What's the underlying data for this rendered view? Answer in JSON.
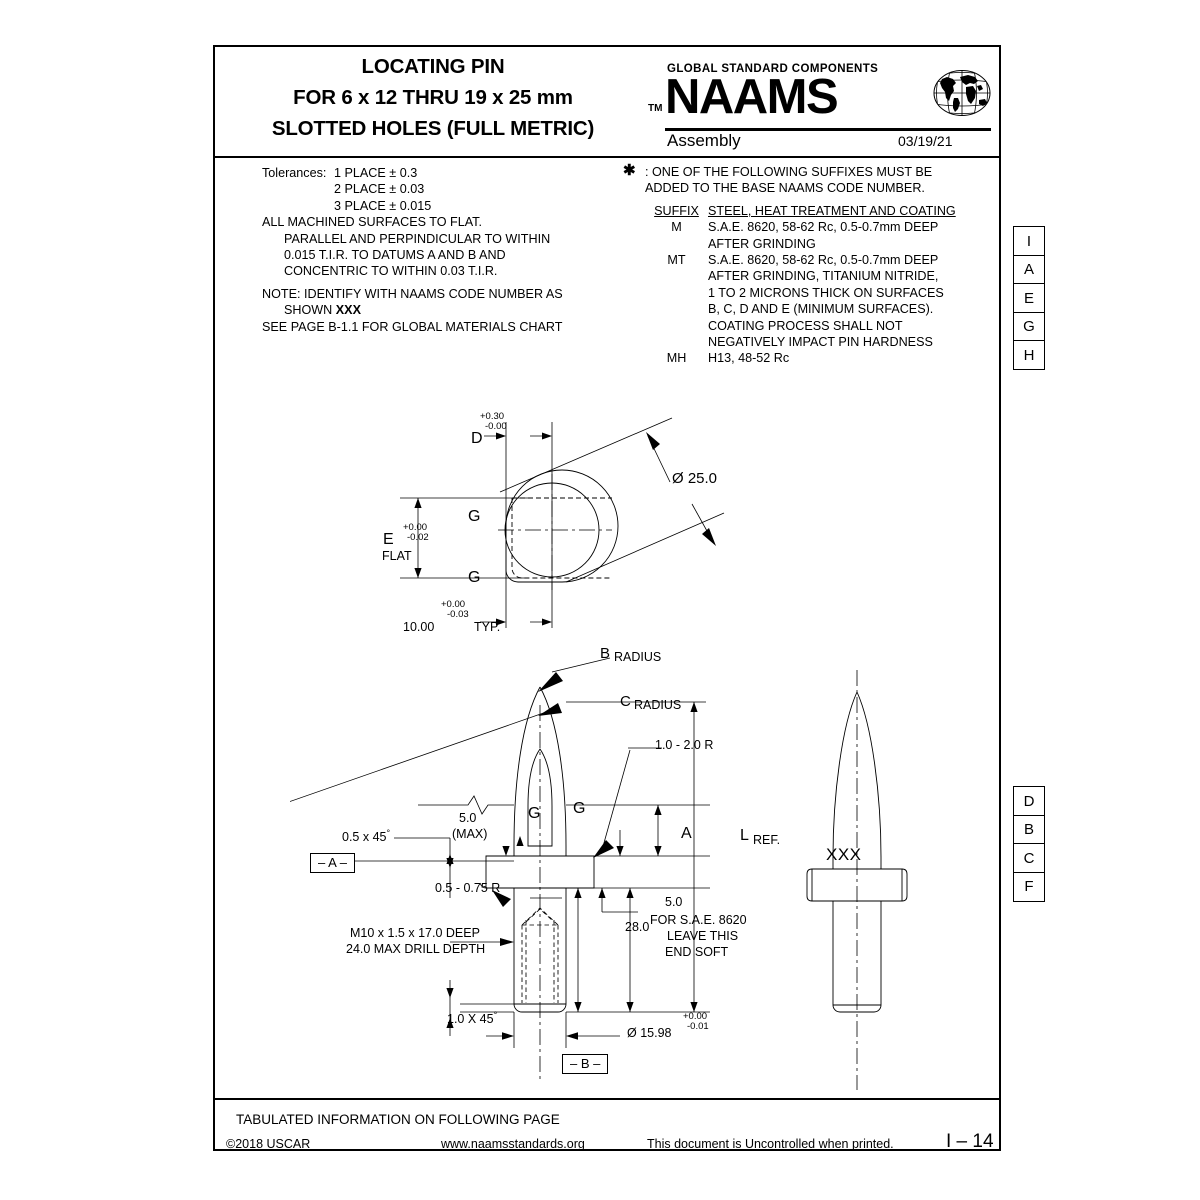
{
  "title": {
    "line1": "LOCATING PIN",
    "line2": "FOR 6 x 12 THRU 19 x 25 mm",
    "line3": "SLOTTED HOLES (FULL METRIC)"
  },
  "brand": {
    "tagline": "GLOBAL STANDARD COMPONENTS",
    "name": "NAAMS",
    "tm": "TM",
    "category": "Assembly",
    "date": "03/19/21",
    "globe_icon": "globe-icon"
  },
  "tolerances": {
    "label": "Tolerances:",
    "rows": [
      "1 PLACE ± 0.3",
      "2 PLACE ± 0.03",
      "3 PLACE ± 0.015"
    ],
    "notes": [
      "ALL MACHINED SURFACES TO FLAT.",
      "PARALLEL AND PERPINDICULAR TO WITHIN",
      "0.015 T.I.R. TO DATUMS A AND B AND",
      "CONCENTRIC TO WITHIN 0.03 T.I.R."
    ]
  },
  "notes": {
    "line1": "NOTE: IDENTIFY WITH NAAMS CODE NUMBER AS",
    "line2_prefix": "SHOWN ",
    "line2_code": "XXX",
    "line3": "SEE PAGE B-1.1 FOR GLOBAL MATERIALS CHART"
  },
  "suffix": {
    "star": "✱",
    "intro_line1": ": ONE OF THE FOLLOWING SUFFIXES MUST BE",
    "intro_line2": "ADDED TO THE BASE NAAMS CODE NUMBER.",
    "header_code": "SUFFIX",
    "header_desc": "STEEL, HEAT TREATMENT AND COATING",
    "rows": [
      {
        "code": "M",
        "desc": [
          "S.A.E. 8620, 58-62 Rc, 0.5-0.7mm DEEP",
          "AFTER GRINDING"
        ]
      },
      {
        "code": "MT",
        "desc": [
          "S.A.E. 8620, 58-62 Rc, 0.5-0.7mm DEEP",
          "AFTER GRINDING, TITANIUM NITRIDE,",
          "1 TO 2 MICRONS THICK ON SURFACES",
          "B, C, D AND E (MINIMUM SURFACES).",
          "COATING PROCESS SHALL NOT",
          "NEGATIVELY IMPACT PIN HARDNESS"
        ]
      },
      {
        "code": "MH",
        "desc": [
          "H13, 48-52 Rc"
        ]
      }
    ]
  },
  "tabs": {
    "top": [
      "I",
      "A",
      "E",
      "G",
      "H"
    ],
    "bottom": [
      "D",
      "B",
      "C",
      "F"
    ]
  },
  "top_view": {
    "d_label": "D",
    "d_tol_upper": "+0.30",
    "d_tol_lower": "-0.00",
    "e_label": "E",
    "e_flat": "FLAT",
    "e_tol_upper": "+0.00",
    "e_tol_lower": "-0.02",
    "g_label_upper": "G",
    "g_label_lower": "G",
    "width_value": "10.00",
    "width_tol_upper": "+0.00",
    "width_tol_lower": "-0.03",
    "width_typ": "TYP.",
    "diameter": "Ø 25.0"
  },
  "section_view": {
    "b_radius_letter": "B",
    "b_radius_text": "RADIUS",
    "c_radius_letter": "C",
    "c_radius_text": "RADIUS",
    "fillet_top": "1.0 - 2.0 R",
    "fillet_lower": "0.5 - 0.75 R",
    "chamfer_top": "0.5 x 45",
    "chamfer_top_deg": "°",
    "chamfer_bottom": "1.0 X 45",
    "chamfer_bottom_deg": "°",
    "max_5_0": "5.0",
    "max_label": "(MAX)",
    "g_left": "G",
    "g_center": "G",
    "dim_A": "A",
    "dim_L": "L",
    "dim_L_ref": "REF.",
    "dim_5_0": "5.0",
    "soft_line1": "FOR S.A.E. 8620",
    "soft_line2": "LEAVE THIS",
    "soft_line3": "END SOFT",
    "dim_28": "28.0",
    "thread_line1": "M10 x 1.5 x 17.0 DEEP",
    "thread_line2": "24.0 MAX DRILL DEPTH",
    "shank_dia": "Ø 15.98",
    "shank_tol_upper": "+0.00",
    "shank_tol_lower": "-0.01",
    "datum_a": "– A –",
    "datum_b": "– B –"
  },
  "right_view": {
    "marking": "XXX"
  },
  "footer": {
    "tabulated": "TABULATED INFORMATION ON FOLLOWING PAGE",
    "copyright": "©2018 USCAR",
    "url": "www.naamsstandards.org",
    "uncontrolled": "This document is Uncontrolled when printed.",
    "page": "I – 14"
  }
}
